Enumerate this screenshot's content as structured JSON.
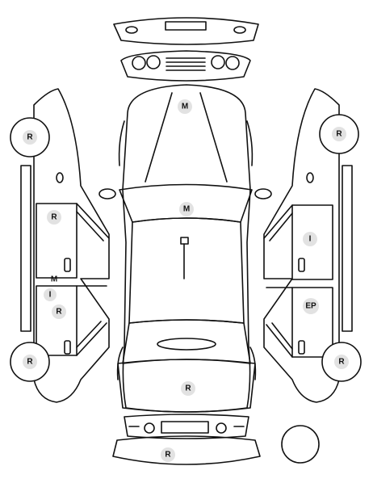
{
  "markers": {
    "front_bumper": "",
    "hood": "M",
    "windshield": "M",
    "trunk": "R",
    "rear_bumper": "R",
    "left_front_wheel": "R",
    "left_rear_wheel": "R",
    "left_front_door": "R",
    "left_pillar_top": "M",
    "left_pillar_bottom": "I",
    "left_rear_door": "R",
    "right_front_wheel": "R",
    "right_rear_wheel": "R",
    "right_front_door": "I",
    "right_rear_door": "EP"
  },
  "colors": {
    "line": "#111111",
    "marker_fill": "#e2e2e2",
    "background": "#ffffff"
  }
}
